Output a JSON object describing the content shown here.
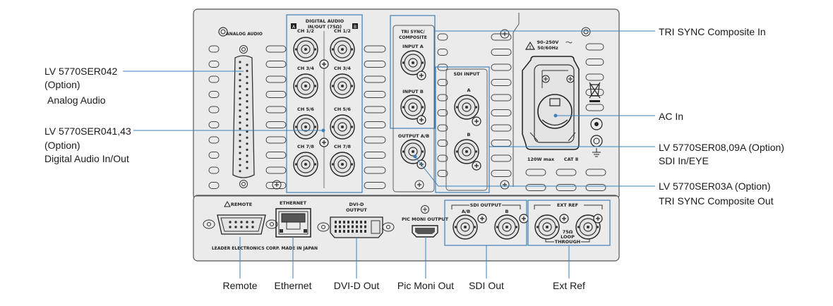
{
  "panel": {
    "analog_audio_label": "ANALOG AUDIO",
    "digital_audio_title": "DIGITAL AUDIO",
    "digital_audio_subtitle": "IN/OUT (75Ω)",
    "badge_a": "A",
    "badge_b": "B",
    "channel_labels": [
      "CH 1/2",
      "CH 3/4",
      "CH 5/6",
      "CH 7/8"
    ],
    "tri_sync_title": "TRI SYNC/",
    "tri_sync_subtitle": "COMPOSITE",
    "input_a": "INPUT A",
    "input_b": "INPUT B",
    "output_ab": "OUTPUT A/B",
    "sdi_input_title": "SDI INPUT",
    "sdi_a": "A",
    "sdi_b": "B",
    "power_voltage": "90–250V",
    "power_freq": "50/60Hz",
    "power_tilde": "〜",
    "power_watt": "120W  max",
    "power_cat": "CAT Ⅱ",
    "remote_label": "REMOTE",
    "ethernet_label": "ETHERNET",
    "dvi_label_1": "DVI-D",
    "dvi_label_2": "OUTPUT",
    "pic_moni_label": "PIC MONI OUTPUT",
    "sdi_output_title": "SDI  OUTPUT",
    "sdi_output_ab": "A/B",
    "sdi_output_b": "B",
    "ext_ref_title": "EXT  REF",
    "ext_ref_ohm": "75Ω",
    "ext_ref_loop": "LOOP",
    "ext_ref_through": "THROUGH",
    "maker": "LEADER ELECTRONICS CORP.  MADE IN JAPAN"
  },
  "callouts": {
    "tri_sync_in": "TRI SYNC Composite In",
    "analog_line1": "LV 5770SER042",
    "analog_line2": "(Option)",
    "analog_line3": "Analog Audio",
    "digital_line1": "LV 5770SER041,43",
    "digital_line2": "(Option)",
    "digital_line3": "Digital Audio In/Out",
    "ac_in": "AC In",
    "sdi_line1": "LV 5770SER08,09A (Option)",
    "sdi_line2": "SDI In/EYE",
    "tri_out_line1": "LV 5770SER03A (Option)",
    "tri_out_line2": "TRI SYNC Composite Out",
    "remote": "Remote",
    "ethernet": "Ethernet",
    "dvi_out": "DVI-D Out",
    "pic_moni_out": "Pic Moni Out",
    "sdi_out": "SDI Out",
    "ext_ref": "Ext Ref"
  },
  "colors": {
    "panel_fill": "#ebebeb",
    "panel_stroke": "#555555",
    "callout_line": "#3f7fb8",
    "text": "#1a1a1a"
  }
}
